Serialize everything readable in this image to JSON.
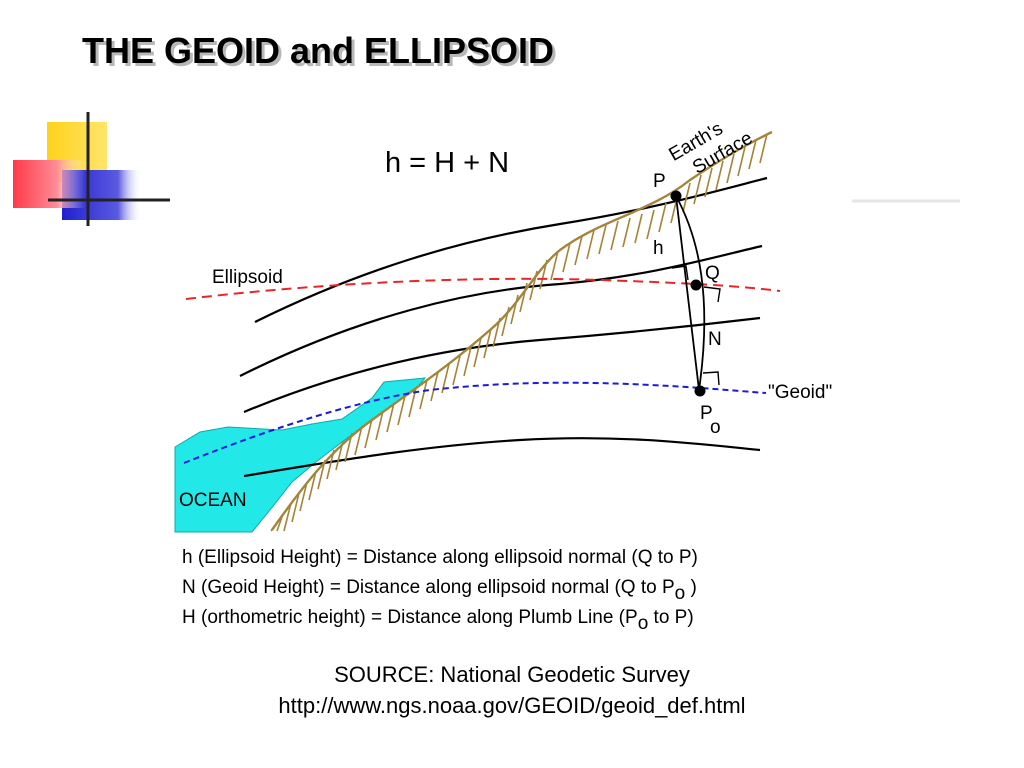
{
  "slide": {
    "title": "THE GEOID and ELLIPSOID"
  },
  "diagram": {
    "equation": "h = H + N",
    "labels": {
      "earths_surface_line1": "Earth's",
      "earths_surface_line2": "Surface",
      "point_p": "P",
      "point_h": "h",
      "point_q": "Q",
      "point_n": "N",
      "ellipsoid": "Ellipsoid",
      "geoid": "\"Geoid\"",
      "point_po_main": "P",
      "point_po_sub": "o",
      "ocean": "OCEAN"
    },
    "colors": {
      "ellipsoid": "#e8262a",
      "geoid": "#1a1adc",
      "terrain": "#a4843a",
      "ocean": "#22e8e8",
      "contours": "#000000"
    }
  },
  "definitions": {
    "h": "h (Ellipsoid Height) = Distance along ellipsoid normal (Q to P)",
    "n_before": "N (Geoid Height) = Distance along ellipsoid normal (Q to P",
    "n_sub": "o",
    "n_after": " )",
    "H_before": "H (orthometric height) = Distance along Plumb Line (P",
    "H_sub": "o",
    "H_after": "  to P)"
  },
  "source": {
    "line1": "SOURCE: National Geodetic Survey",
    "line2": "http://www.ngs.noaa.gov/GEOID/geoid_def.html"
  }
}
